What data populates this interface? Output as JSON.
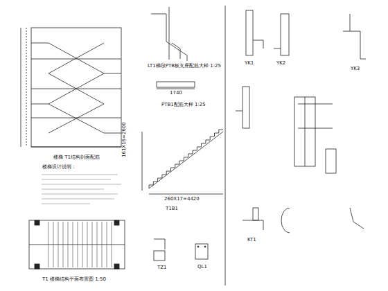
{
  "diagram": {
    "labels": [
      "楼梯 T1结构剖面配筋",
      "LT1梯段PTB板支座配筋大样 1:25",
      "PTB1配筋大样 1:25",
      "楼梯设计说明：",
      "161X16=2600",
      "260X17=4420",
      "T1B1",
      "T1 楼梯结构平面布置图 1:50",
      "TZ1",
      "QL1",
      "YK1",
      "YK2",
      "YK3",
      "KT1",
      "1740"
    ]
  }
}
